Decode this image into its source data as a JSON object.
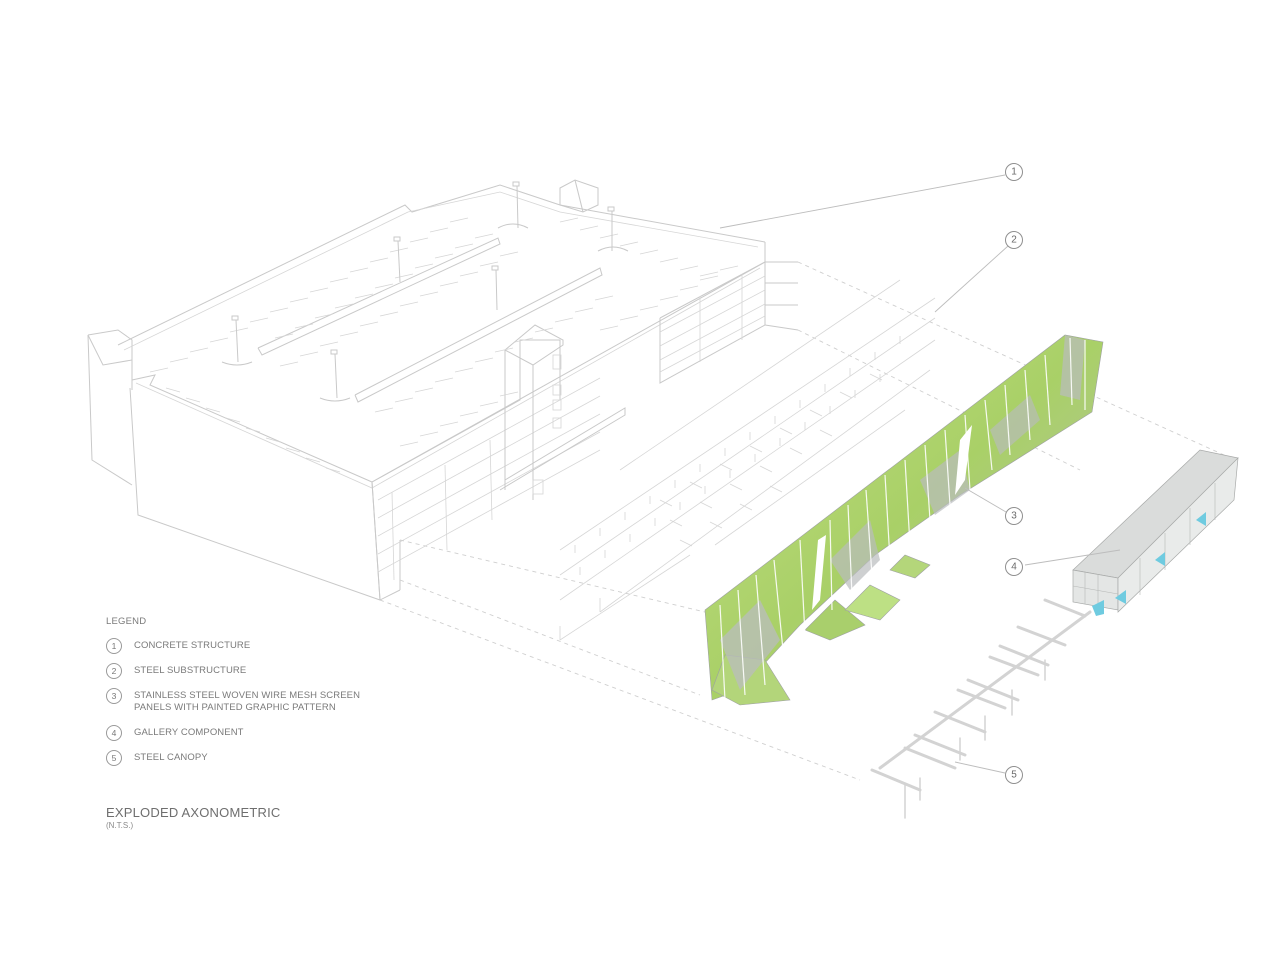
{
  "drawing": {
    "title": "EXPLODED AXONOMETRIC",
    "scale_note": "(N.T.S.)"
  },
  "legend": {
    "title": "LEGEND",
    "items": [
      {
        "number": "1",
        "label": "CONCRETE STRUCTURE"
      },
      {
        "number": "2",
        "label": "STEEL SUBSTRUCTURE"
      },
      {
        "number": "3",
        "label_line1": "STAINLESS STEEL WOVEN WIRE MESH SCREEN",
        "label_line2": "PANELS WITH PAINTED GRAPHIC PATTERN"
      },
      {
        "number": "4",
        "label": "GALLERY COMPONENT"
      },
      {
        "number": "5",
        "label": "STEEL CANOPY"
      }
    ]
  },
  "callouts": [
    {
      "number": "1",
      "target": "concrete-structure"
    },
    {
      "number": "2",
      "target": "steel-substructure"
    },
    {
      "number": "3",
      "target": "mesh-screen-panels"
    },
    {
      "number": "4",
      "target": "gallery-component"
    },
    {
      "number": "5",
      "target": "steel-canopy"
    }
  ],
  "colors": {
    "linework": "#c9c9c9",
    "panel_green": "#a8d46a",
    "panel_light_green": "#c6e28a",
    "panel_gray": "#b9bcbd",
    "gallery_roof": "#d9dbda",
    "gallery_glass": "#6fcbe0"
  }
}
